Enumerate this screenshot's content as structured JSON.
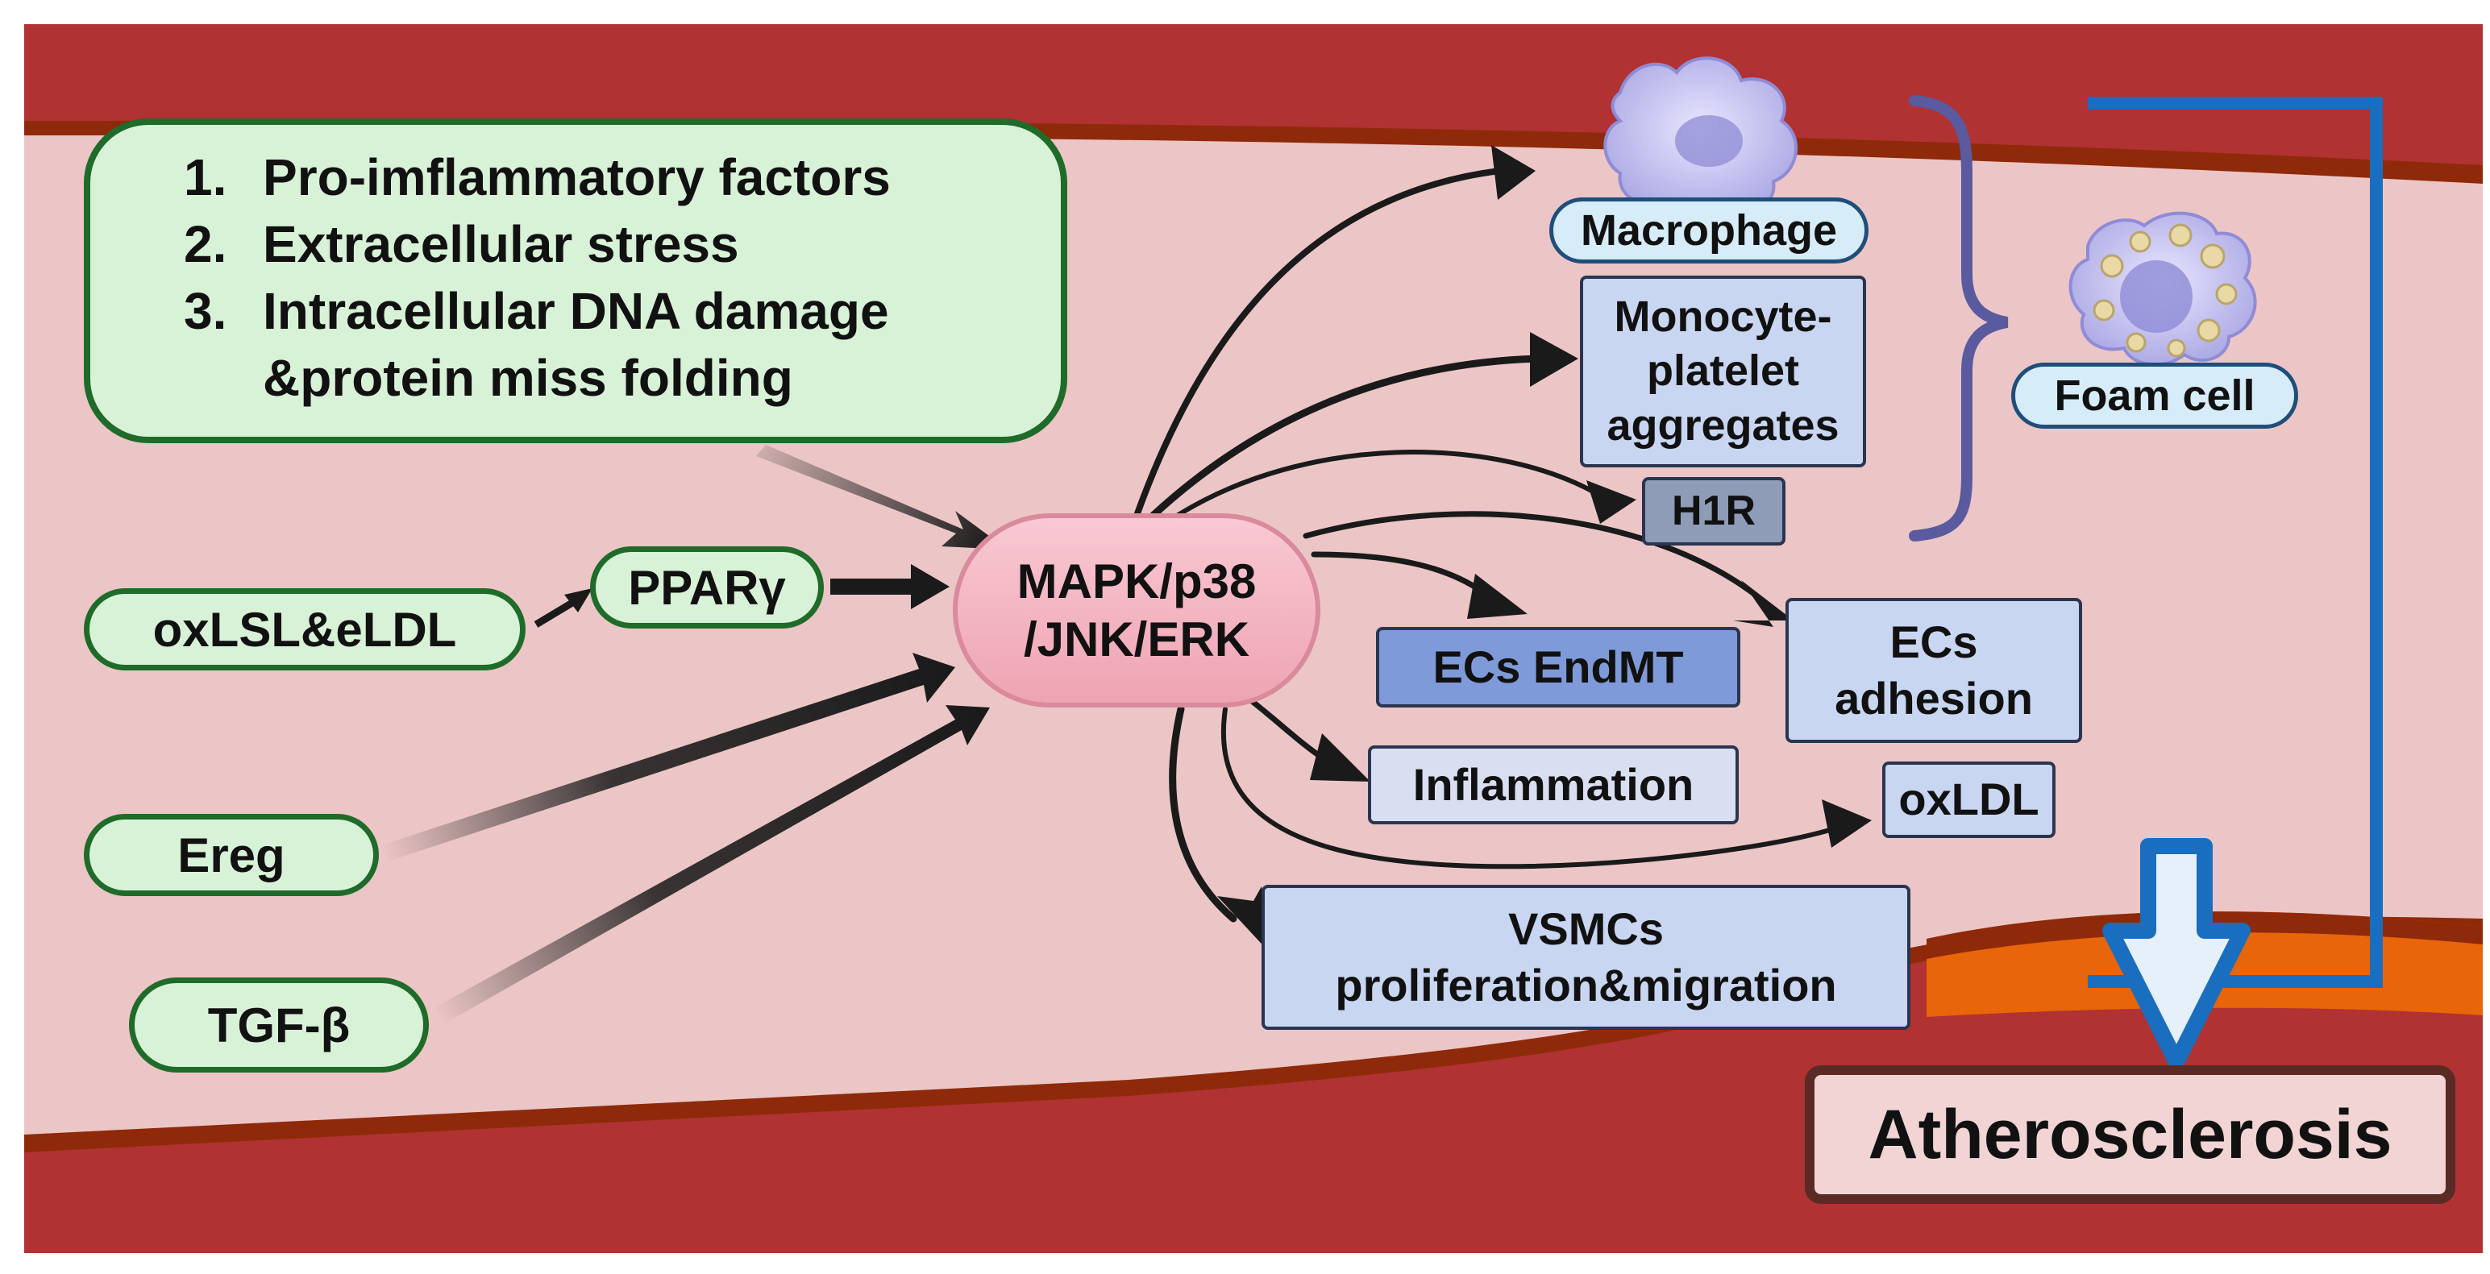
{
  "factors": {
    "items": [
      {
        "num": "1.",
        "text": "Pro-imflammatory factors"
      },
      {
        "num": "2.",
        "text": "Extracellular stress"
      },
      {
        "num": "3.",
        "text": "Intracellular DNA damage"
      },
      {
        "num": "",
        "text": "&protein miss folding"
      }
    ]
  },
  "inputs": {
    "oxlsl": "oxLSL&eLDL",
    "ppar": "PPARγ",
    "ereg": "Ereg",
    "tgf": "TGF-β"
  },
  "hub": {
    "line1": "MAPK/p38",
    "line2": "/JNK/ERK"
  },
  "outputs": {
    "macrophage": "Macrophage",
    "monocyte": [
      "Monocyte-",
      "platelet",
      "aggregates"
    ],
    "h1r": "H1R",
    "foam_cell": "Foam cell",
    "ecs_endmt": "ECs EndMT",
    "ecs_adhesion": [
      "ECs",
      "adhesion"
    ],
    "inflammation": "Inflammation",
    "oxldl": "oxLDL",
    "vsmcs": [
      "VSMCs",
      "proliferation&migration"
    ]
  },
  "outcome": "Atherosclerosis",
  "colors": {
    "vessel_wall": "#b03232",
    "vessel_wall_dark": "#8e2a0a",
    "lumen": "#ecc6c6",
    "plaque": "#e8650a",
    "factor_green": "#d8f2d8",
    "green_border": "#1f6b2a",
    "hub_pink": "#f4b6c2",
    "box_blue": "#c9d6f2",
    "box_blue_dark": "#7f9ad8",
    "bracket_purple": "#5a5a9e",
    "line_blue": "#1a6ec0",
    "arrow_black": "#1a1a1a"
  }
}
